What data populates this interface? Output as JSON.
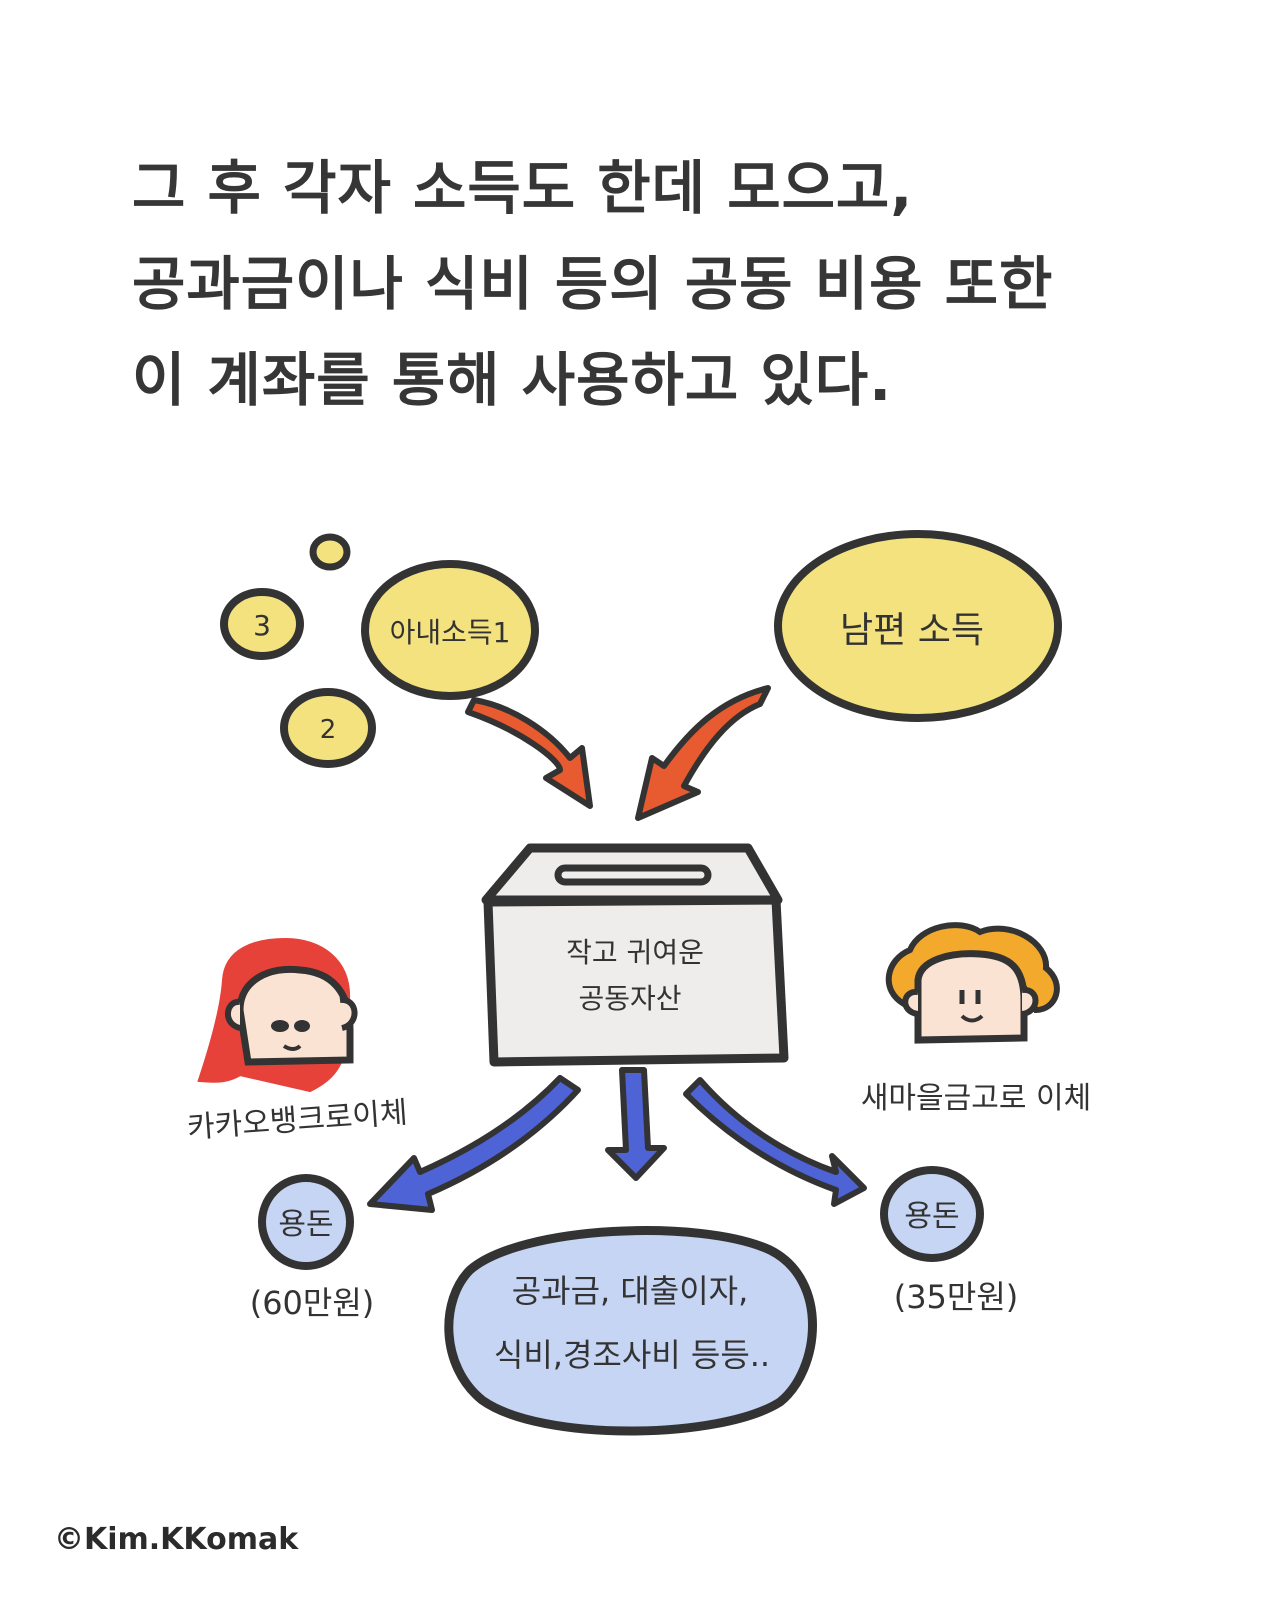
{
  "headline": {
    "line1": "그 후 각자 소득도 한데 모으고,",
    "line2": "공과금이나 식비 등의 공동 비용 또한",
    "line3": "이 계좌를 통해 사용하고 있다."
  },
  "bubbles": {
    "wife_income": "아내소득1",
    "wife_income_2": "2",
    "wife_income_3": "3",
    "husband_income": "남편 소득"
  },
  "box": {
    "line1": "작고 귀여운",
    "line2": "공동자산"
  },
  "transfers": {
    "wife": "카카오뱅크로이체",
    "husband": "새마을금고로 이체"
  },
  "allowance": {
    "wife_label": "용돈",
    "wife_amount": "(60만원)",
    "husband_label": "용돈",
    "husband_amount": "(35만원)"
  },
  "shared_costs": {
    "line1": "공과금, 대출이자,",
    "line2": "식비,경조사비 등등.."
  },
  "credit": "©Kim.KKomak",
  "colors": {
    "yellow_bubble": "#f4e27f",
    "red_arrow": "#e85a2f",
    "blue_arrow": "#4d63d6",
    "blue_bubble": "#c6d5f4",
    "box_fill": "#efedec",
    "outline": "#333333",
    "wife_hair": "#e6423a",
    "husband_hair": "#f2a92c",
    "skin": "#fbe3d4"
  }
}
